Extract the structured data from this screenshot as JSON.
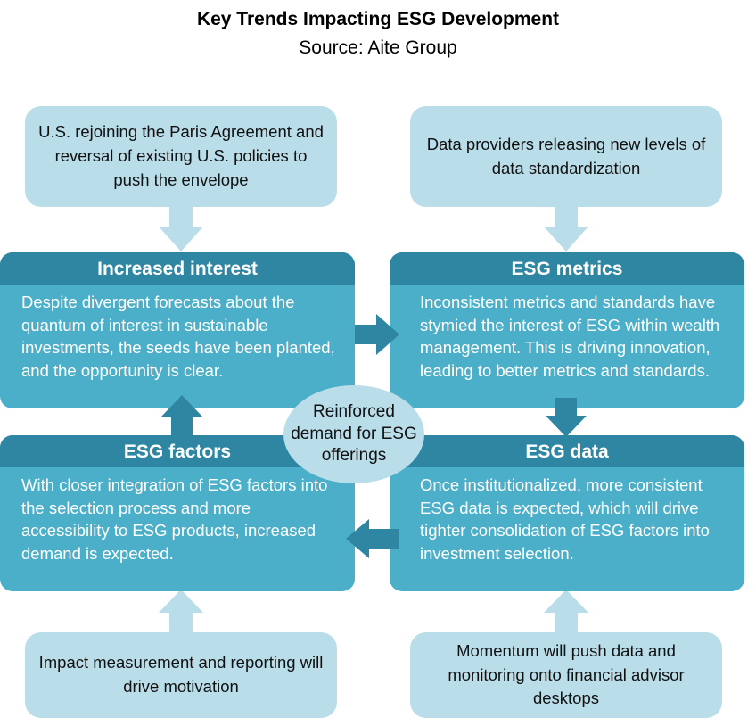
{
  "header": {
    "title": "Key Trends Impacting ESG Development",
    "subtitle": "Source: Aite Group"
  },
  "drivers": {
    "top_left": "U.S. rejoining the Paris Agreement and reversal of existing U.S. policies to push the envelope",
    "top_right": "Data providers releasing new levels of data standardization",
    "bottom_left": "Impact measurement and reporting will drive motivation",
    "bottom_right": "Momentum will push data and monitoring onto financial advisor desktops"
  },
  "cards": {
    "increased_interest": {
      "title": "Increased interest",
      "body": "Despite divergent forecasts about the quantum of interest in sustainable investments, the seeds have been planted, and the opportunity is clear."
    },
    "esg_metrics": {
      "title": "ESG metrics",
      "body": "Inconsistent metrics and standards have stymied the interest of ESG within wealth management. This is driving innovation, leading to better metrics and standards."
    },
    "esg_factors": {
      "title": "ESG factors",
      "body": "With closer integration of ESG factors into the selection process and more accessibility to ESG products, increased demand is expected."
    },
    "esg_data": {
      "title": "ESG data",
      "body": "Once institutionalized, more consistent ESG data is expected, which will drive tighter consolidation of ESG factors into investment selection."
    }
  },
  "center": {
    "label": "Reinforced demand for ESG offerings"
  },
  "colors": {
    "light_box": "#b9dde9",
    "card_body": "#4cafca",
    "card_header": "#2e86a3",
    "cycle_arrow": "#2e86a3"
  }
}
